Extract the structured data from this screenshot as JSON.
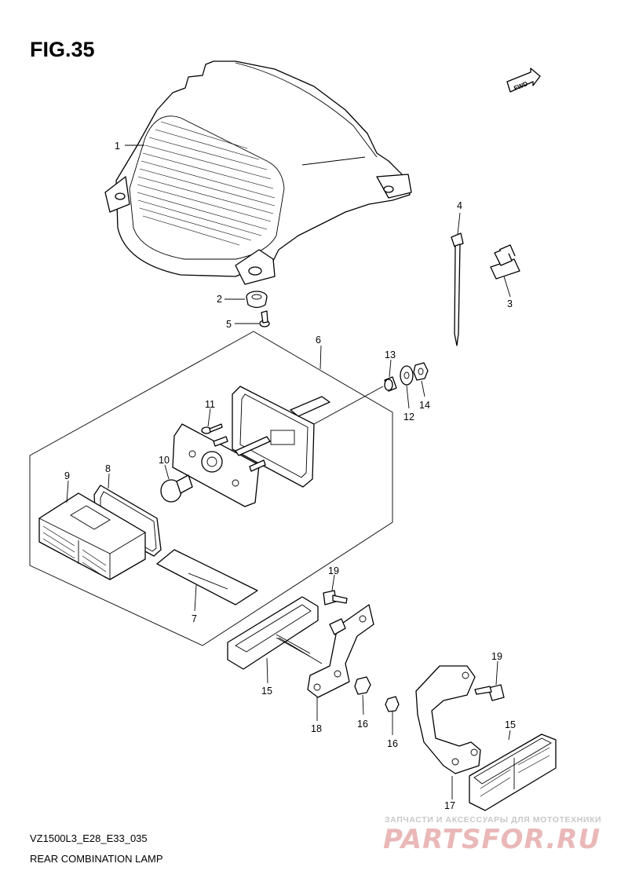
{
  "figure": {
    "title": "FIG.35"
  },
  "fwd_marker": {
    "label": "FWD"
  },
  "callouts": {
    "c1": "1",
    "c2": "2",
    "c3": "3",
    "c4": "4",
    "c5": "5",
    "c6": "6",
    "c7": "7",
    "c8": "8",
    "c9": "9",
    "c10": "10",
    "c11": "11",
    "c12": "12",
    "c13": "13",
    "c14": "14",
    "c15a": "15",
    "c15b": "15",
    "c16a": "16",
    "c16b": "16",
    "c17": "17",
    "c18": "18",
    "c19a": "19",
    "c19b": "19"
  },
  "footer": {
    "diagram_code": "VZ1500L3_E28_E33_035",
    "diagram_name": "REAR COMBINATION LAMP"
  },
  "watermark": {
    "tagline": "ЗАПЧАСТИ И АКСЕССУАРЫ ДЛЯ МОТОТЕХНИКИ",
    "logo": "PARTSFOR.RU"
  }
}
